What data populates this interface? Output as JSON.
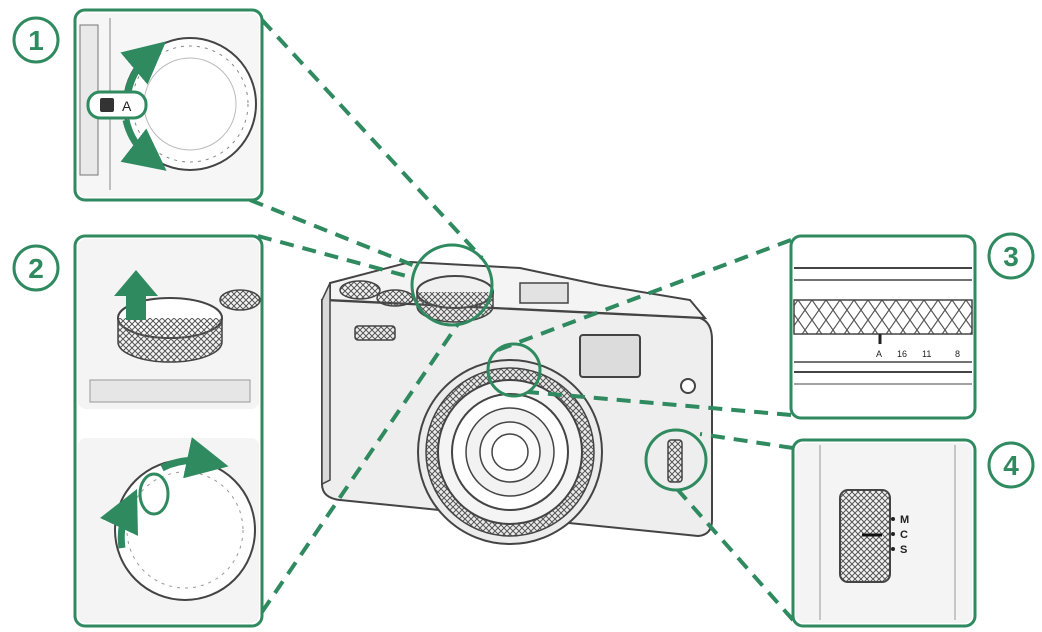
{
  "accent_color": "#2f8a5f",
  "line_color": "#444444",
  "callouts": [
    {
      "number": "1",
      "subject": "shutter speed dial with lock release"
    },
    {
      "number": "2",
      "subject": "lift and turn sensitivity dial"
    },
    {
      "number": "3",
      "subject": "aperture ring"
    },
    {
      "number": "4",
      "subject": "focus mode selector"
    }
  ],
  "dial1": {
    "lock_mark": "A"
  },
  "aperture_scale": [
    "A",
    "16",
    "11",
    "8"
  ],
  "focus_mode_labels": [
    "M",
    "C",
    "S"
  ]
}
